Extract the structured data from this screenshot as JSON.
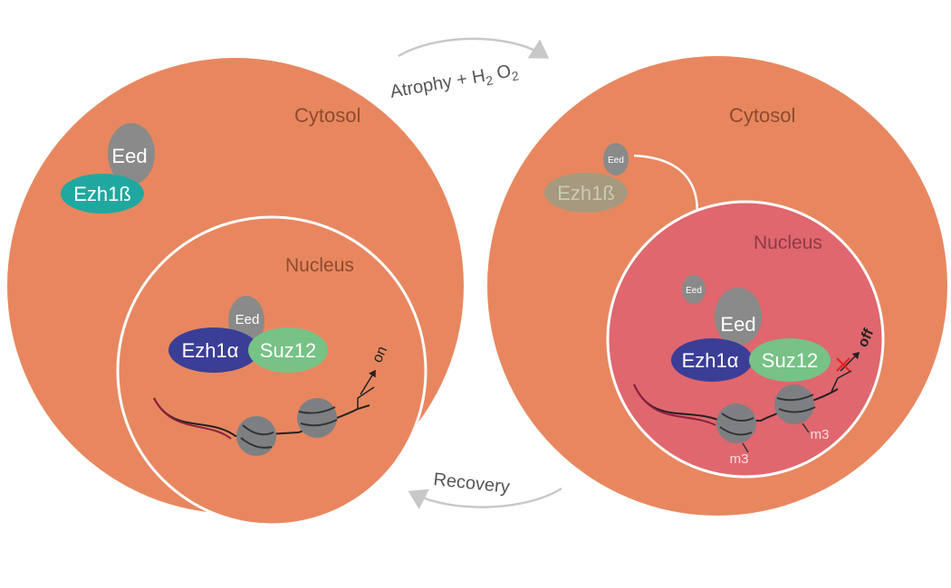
{
  "colors": {
    "cytosol": "#E8875F",
    "nucleus_stressed": "#E0676E",
    "eed": "#8A8A8A",
    "ezh1b": "#1FA8A0",
    "ezh1a": "#3B3E96",
    "suz12": "#77C285",
    "arrow": "#C8C8C8",
    "histone": "#7E7F82",
    "dna": "#8B2040",
    "x_mark": "#E02020"
  },
  "transition": {
    "forward": {
      "label_prefix": "Atrophy + H",
      "sub1": "2",
      "mid": " O",
      "sub2": "2"
    },
    "reverse": {
      "label": "Recovery"
    }
  },
  "left_cell": {
    "cytosol_label": "Cytosol",
    "nucleus_label": "Nucleus",
    "cyto_eed": "Eed",
    "cyto_ezh1b": "Ezh1ß",
    "eed": "Eed",
    "ezh1a": "Ezh1α",
    "suz12": "Suz12",
    "promoter_state": "on"
  },
  "right_cell": {
    "cytosol_label": "Cytosol",
    "nucleus_label": "Nucleus",
    "cyto_eed": "Eed",
    "cyto_ezh1b": "Ezh1ß",
    "free_eed": "Eed",
    "eed": "Eed",
    "ezh1a": "Ezh1α",
    "suz12": "Suz12",
    "promoter_state": "off",
    "mark1": "m3",
    "mark2": "m3"
  }
}
